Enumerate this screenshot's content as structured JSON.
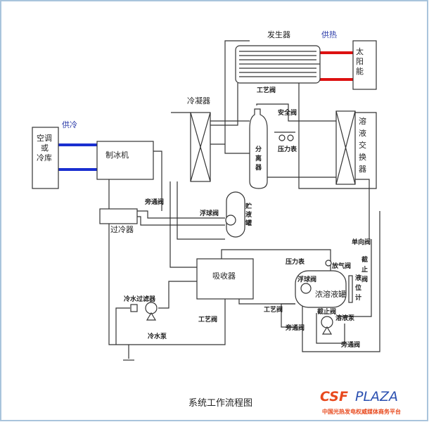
{
  "title": "系统工作流程图",
  "logo": {
    "brand_left": "CSF",
    "brand_right": "PLAZA",
    "tagline": "中国光热发电权威媒体商务平台"
  },
  "colors": {
    "cold_line": "#1a2fd0",
    "hot_line": "#dd1111",
    "logo_orange": "#e8491d",
    "logo_blue": "#2a4fb0"
  },
  "components": {
    "ac_cold_storage": [
      "空调",
      "或",
      "冷库"
    ],
    "cooling_supply": "供冷",
    "ice_maker": "制冰机",
    "condenser": "冷凝器",
    "generator": "发生器",
    "heat_supply": "供热",
    "solar": [
      "太",
      "阳",
      "能"
    ],
    "process_valve": "工艺阀",
    "separator": [
      "分",
      "离",
      "器"
    ],
    "safety_valve": "安全阀",
    "pressure_gauge": "压力表",
    "solution_exchanger": [
      "溶",
      "液",
      "交",
      "换",
      "器"
    ],
    "liquid_tank": [
      "贮",
      "液",
      "罐"
    ],
    "float_valve": "浮球阀",
    "bypass_valve": "旁通阀",
    "subcooler": "过冷器",
    "absorber": "吸收器",
    "water_filter": "冷水过滤器",
    "water_pump": "冷水泵",
    "rich_tank": "浓溶液罐",
    "vent_valve": "放气阀",
    "level_gauge": [
      "液",
      "位",
      "计"
    ],
    "stop_valve_v": [
      "截",
      "止",
      "阀"
    ],
    "stop_valve": "截止阀",
    "check_valve": "单向阀",
    "solution_pump": "溶液泵"
  }
}
